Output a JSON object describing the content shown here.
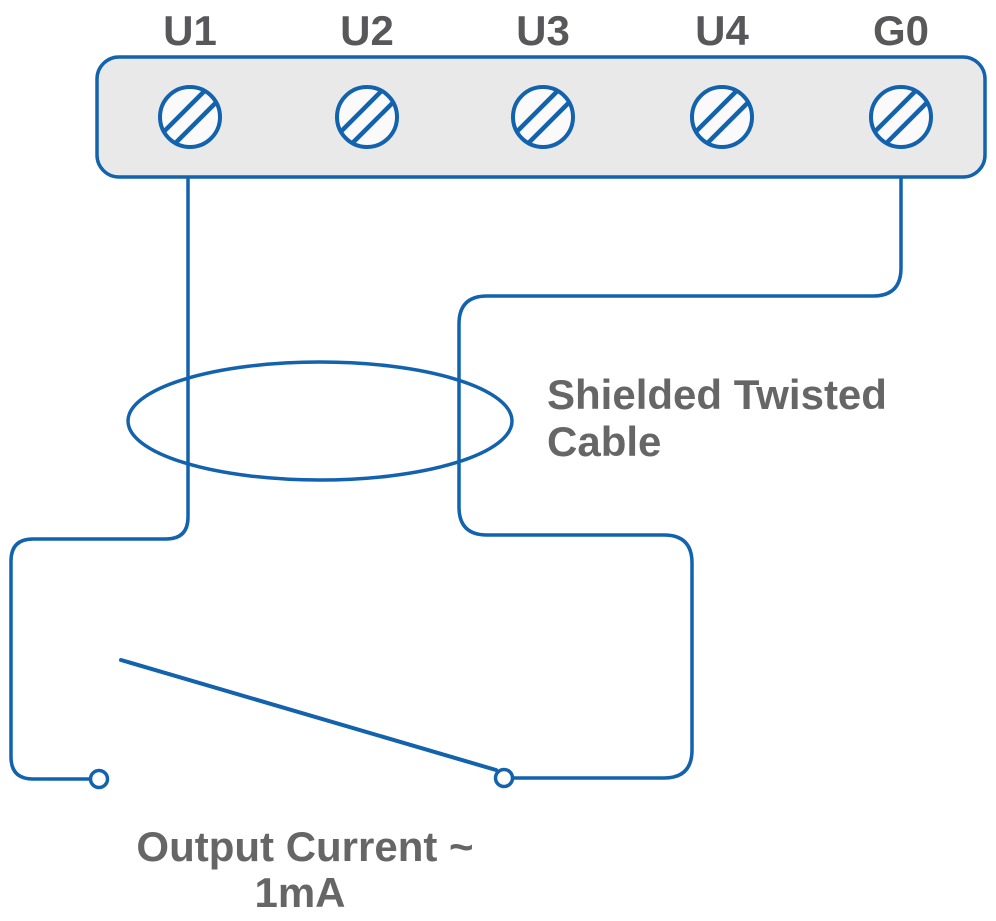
{
  "terminal_block": {
    "terminals": [
      "U1",
      "U2",
      "U3",
      "U4",
      "G0"
    ]
  },
  "annotations": {
    "cable_label": {
      "lines": [
        "Shielded Twisted",
        "Cable"
      ]
    },
    "output_label": {
      "lines": [
        "Output Current ~",
        "1mA"
      ]
    }
  },
  "icons": {
    "screw_terminal": "screw-head-icon",
    "cable_shield": "shield-loop-ellipse",
    "switch": "open-switch-symbol"
  },
  "colors": {
    "background": "#ffffff",
    "wire": "#1262ae",
    "block_fill": "#e9e9e9",
    "block_border": "#1262ae",
    "screw_fill": "#fafafa",
    "terminal_label_text": "#58585a",
    "annotation_text": "#666666"
  }
}
